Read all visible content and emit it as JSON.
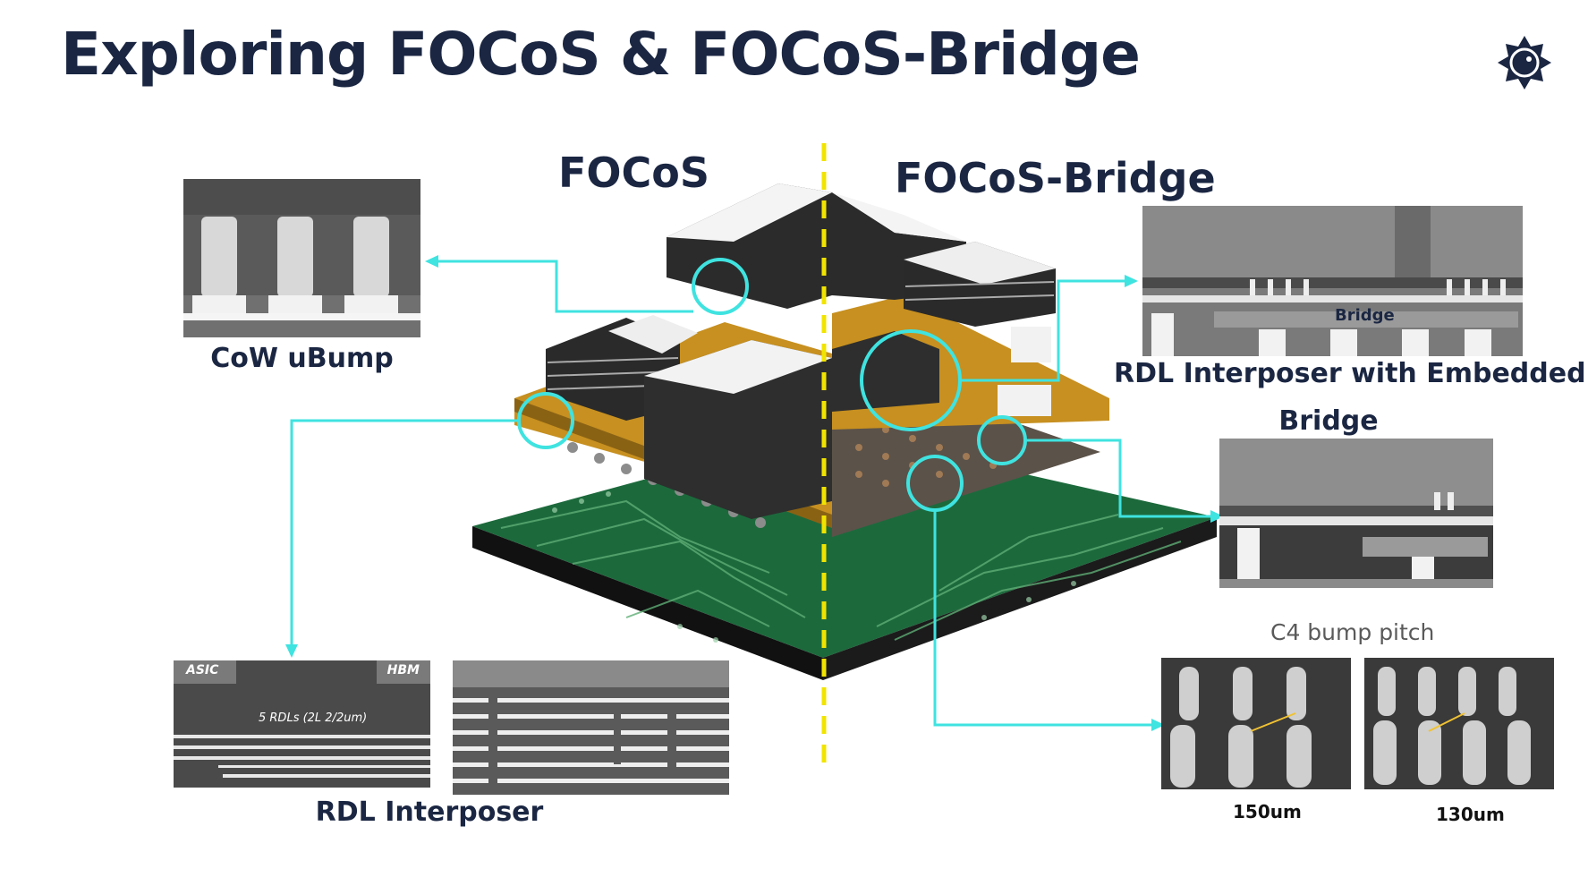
{
  "slide": {
    "title": "Exploring FOCoS & FOCoS-Bridge",
    "logo_icon": "sun-face-logo-icon"
  },
  "diagram": {
    "left_header": "FOCoS",
    "right_header": "FOCoS-Bridge",
    "cow_ubump_label": "CoW uBump",
    "rdl_embedded_label_line1": "RDL Interposer with Embedded",
    "rdl_embedded_label_line2": "Bridge",
    "bridge_tag": "Bridge",
    "c4_title": "C4 bump pitch",
    "pitch_150": "150um",
    "pitch_130": "130um",
    "rdl_interposer_label": "RDL Interposer",
    "asic_tag": "ASIC",
    "hbm_tag": "HBM",
    "rdl_spec": "5 RDLs (2L 2/2um)"
  },
  "colors": {
    "title": "#1a2642",
    "callout": "#3fe3e0",
    "divider": "#f1e400",
    "pcb": "#1f6b3e",
    "interposer": "#c9911f"
  }
}
